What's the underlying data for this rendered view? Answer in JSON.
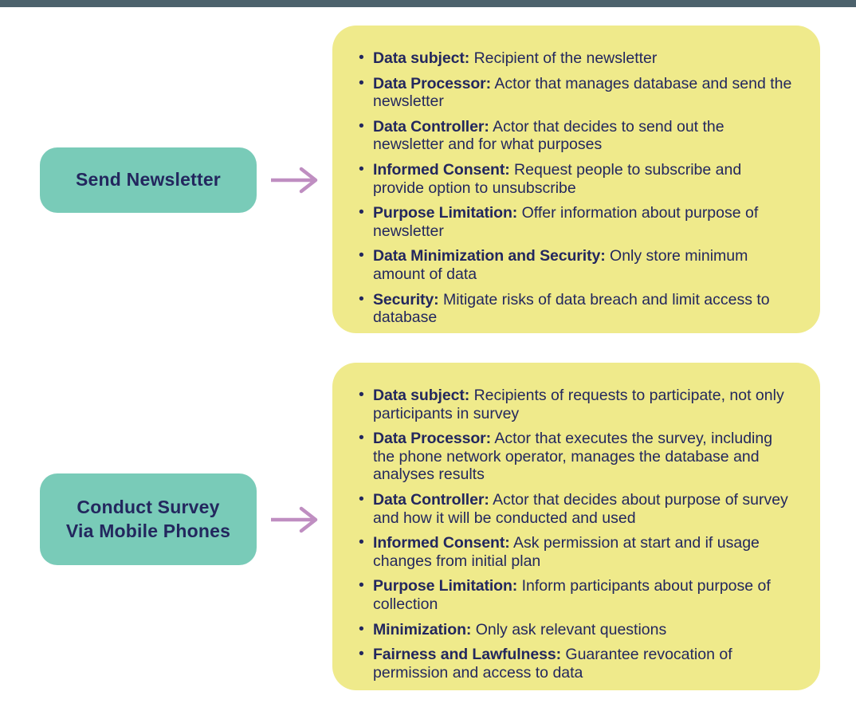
{
  "page": {
    "background_color": "#ffffff",
    "top_bar_color": "#4c626c",
    "node_color": "#79cbb8",
    "panel_color": "#efea8b",
    "text_color": "#23275e",
    "arrow_color": "#bf8ec1"
  },
  "bullet_glyph": "•",
  "rows": [
    {
      "node": {
        "label": "Send Newsletter"
      },
      "arrow": {
        "name": "arrow-right-icon"
      },
      "panel": {
        "items": [
          {
            "term": "Data subject:",
            "desc": " Recipient of the newsletter"
          },
          {
            "term": "Data Processor:",
            "desc": " Actor that manages database and send the newsletter"
          },
          {
            "term": "Data Controller:",
            "desc": " Actor that decides to send out the newsletter and for what purposes"
          },
          {
            "term": "Informed Consent:",
            "desc": " Request people to subscribe and provide option to unsubscribe"
          },
          {
            "term": "Purpose Limitation:",
            "desc": " Offer information about purpose of newsletter"
          },
          {
            "term": "Data Minimization and Security:",
            "desc": " Only store minimum amount of data"
          },
          {
            "term": "Security:",
            "desc": " Mitigate risks of data breach and limit access to database"
          }
        ]
      }
    },
    {
      "node": {
        "label": "Conduct Survey\nVia Mobile Phones"
      },
      "arrow": {
        "name": "arrow-right-icon"
      },
      "panel": {
        "items": [
          {
            "term": "Data subject:",
            "desc": " Recipients of requests to participate, not only participants in survey"
          },
          {
            "term": "Data Processor:",
            "desc": " Actor that executes the survey, including the phone network operator, manages the database and analyses results"
          },
          {
            "term": "Data Controller:",
            "desc": " Actor that decides about purpose of survey and how it will be conducted and used"
          },
          {
            "term": "Informed Consent:",
            "desc": " Ask permission at start and if usage changes from initial plan"
          },
          {
            "term": "Purpose Limitation:",
            "desc": " Inform participants about purpose of collection"
          },
          {
            "term": "Minimization:",
            "desc": " Only ask relevant questions"
          },
          {
            "term": "Fairness and Lawfulness:",
            "desc": " Guarantee revocation of permission and access to data"
          }
        ]
      }
    }
  ]
}
